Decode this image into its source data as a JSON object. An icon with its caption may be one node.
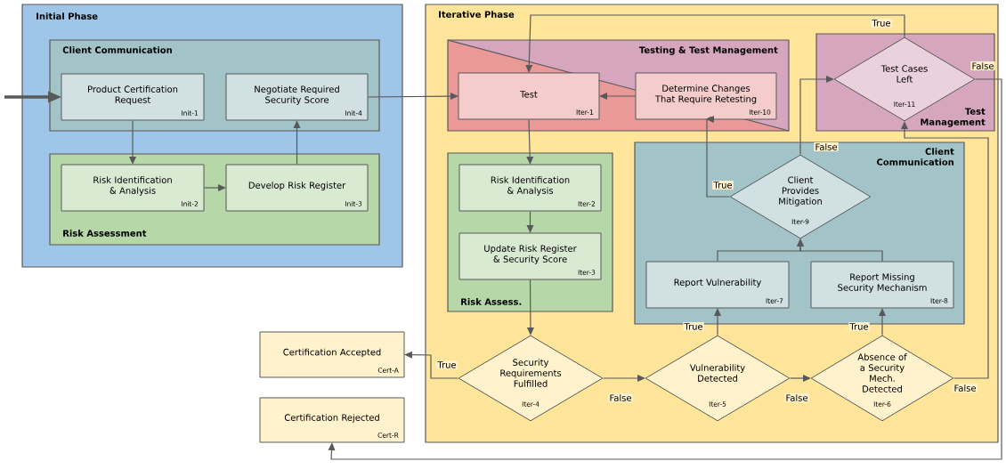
{
  "diagram": {
    "nodes": [
      {
        "text": [
          "Initial Phase"
        ]
      },
      {
        "text": [
          "Client Communication"
        ],
        "in": 0
      },
      {
        "text": [
          "Product Certification Request",
          "Init-1"
        ],
        "in": 1
      },
      {
        "text": [
          "Negotiate Required Security Score",
          "Init-4"
        ],
        "in": 1
      },
      {
        "text": [
          "Risk Assessment"
        ],
        "in": 0
      },
      {
        "text": [
          "Risk Identification & Analysis",
          "Init-2"
        ],
        "in": 4
      },
      {
        "text": [
          "Develop Risk Register",
          "Init-3"
        ],
        "in": 4
      },
      {
        "text": [
          "Iterative Phase"
        ]
      },
      {
        "text": [
          "Testing & Test Management"
        ],
        "in": 7
      },
      {
        "text": [
          "Test",
          "Iter-1"
        ],
        "in": 8
      },
      {
        "text": [
          "Determine Changes That Require Retesting",
          "Iter-10"
        ],
        "in": 8
      },
      {
        "text": [
          "Test Management"
        ],
        "in": 7
      },
      {
        "text": [
          "Test Cases Left",
          "Iter-11"
        ],
        "in": 11
      },
      {
        "text": [
          "Risk Assess."
        ],
        "in": 7
      },
      {
        "text": [
          "Risk Identification & Analysis",
          "Iter-2"
        ],
        "in": 13
      },
      {
        "text": [
          "Update Risk Register & Security Score",
          "Iter-3"
        ],
        "in": 13
      },
      {
        "text": [
          "Client Communication"
        ],
        "in": 7
      },
      {
        "text": [
          "Client Provides Mitigation",
          "Iter-9"
        ],
        "in": 16
      },
      {
        "text": [
          "Report Vulnerability",
          "Iter-7"
        ],
        "in": 16
      },
      {
        "text": [
          "Report Missing Security Mechanism",
          "Iter-8"
        ],
        "in": 16
      },
      {
        "text": [
          "Security Requirements Fulfilled",
          "Iter-4"
        ],
        "in": 7
      },
      {
        "text": [
          "Vulnerability Detected",
          "Iter-5"
        ],
        "in": 7
      },
      {
        "text": [
          "Absence of a Security Mech. Detected",
          "Iter-6"
        ],
        "in": 7
      },
      {
        "text": [
          "Certification Accepted",
          "Cert-A"
        ]
      },
      {
        "text": [
          "Certification Rejected",
          "Cert-R"
        ]
      }
    ],
    "edges": [
      {
        "from": null,
        "to": 2,
        "arrow": "to",
        "style": "thick"
      },
      {
        "from": 2,
        "to": 5,
        "arrow": "to"
      },
      {
        "from": 5,
        "to": 6,
        "arrow": "to"
      },
      {
        "from": 6,
        "to": 3,
        "arrow": "to"
      },
      {
        "from": 3,
        "to": 9,
        "arrow": "to"
      },
      {
        "from": 10,
        "to": 9,
        "arrow": "to"
      },
      {
        "from": 9,
        "to": 14,
        "arrow": "to"
      },
      {
        "from": 14,
        "to": 15,
        "arrow": "to"
      },
      {
        "from": 15,
        "to": 20,
        "arrow": "to"
      },
      {
        "from": 20,
        "to": 23,
        "arrow": "to",
        "label": "True"
      },
      {
        "from": 20,
        "to": 21,
        "arrow": "to",
        "label": "False"
      },
      {
        "from": 21,
        "to": 18,
        "arrow": "to",
        "label": "True"
      },
      {
        "from": 21,
        "to": 22,
        "arrow": "to",
        "label": "False"
      },
      {
        "from": 22,
        "to": 19,
        "arrow": "to",
        "label": "True"
      },
      {
        "from": 22,
        "to": 12,
        "arrow": "to",
        "label": "False"
      },
      {
        "from": 18,
        "to": 17,
        "arrow": "to"
      },
      {
        "from": 19,
        "to": 17,
        "arrow": "to"
      },
      {
        "from": 17,
        "to": 10,
        "arrow": "to",
        "label": "True"
      },
      {
        "from": 17,
        "to": 12,
        "arrow": "to",
        "label": "False"
      },
      {
        "from": 12,
        "to": 9,
        "arrow": "to",
        "label": "True"
      },
      {
        "from": 12,
        "to": 24,
        "arrow": "to",
        "label": "False"
      }
    ]
  }
}
